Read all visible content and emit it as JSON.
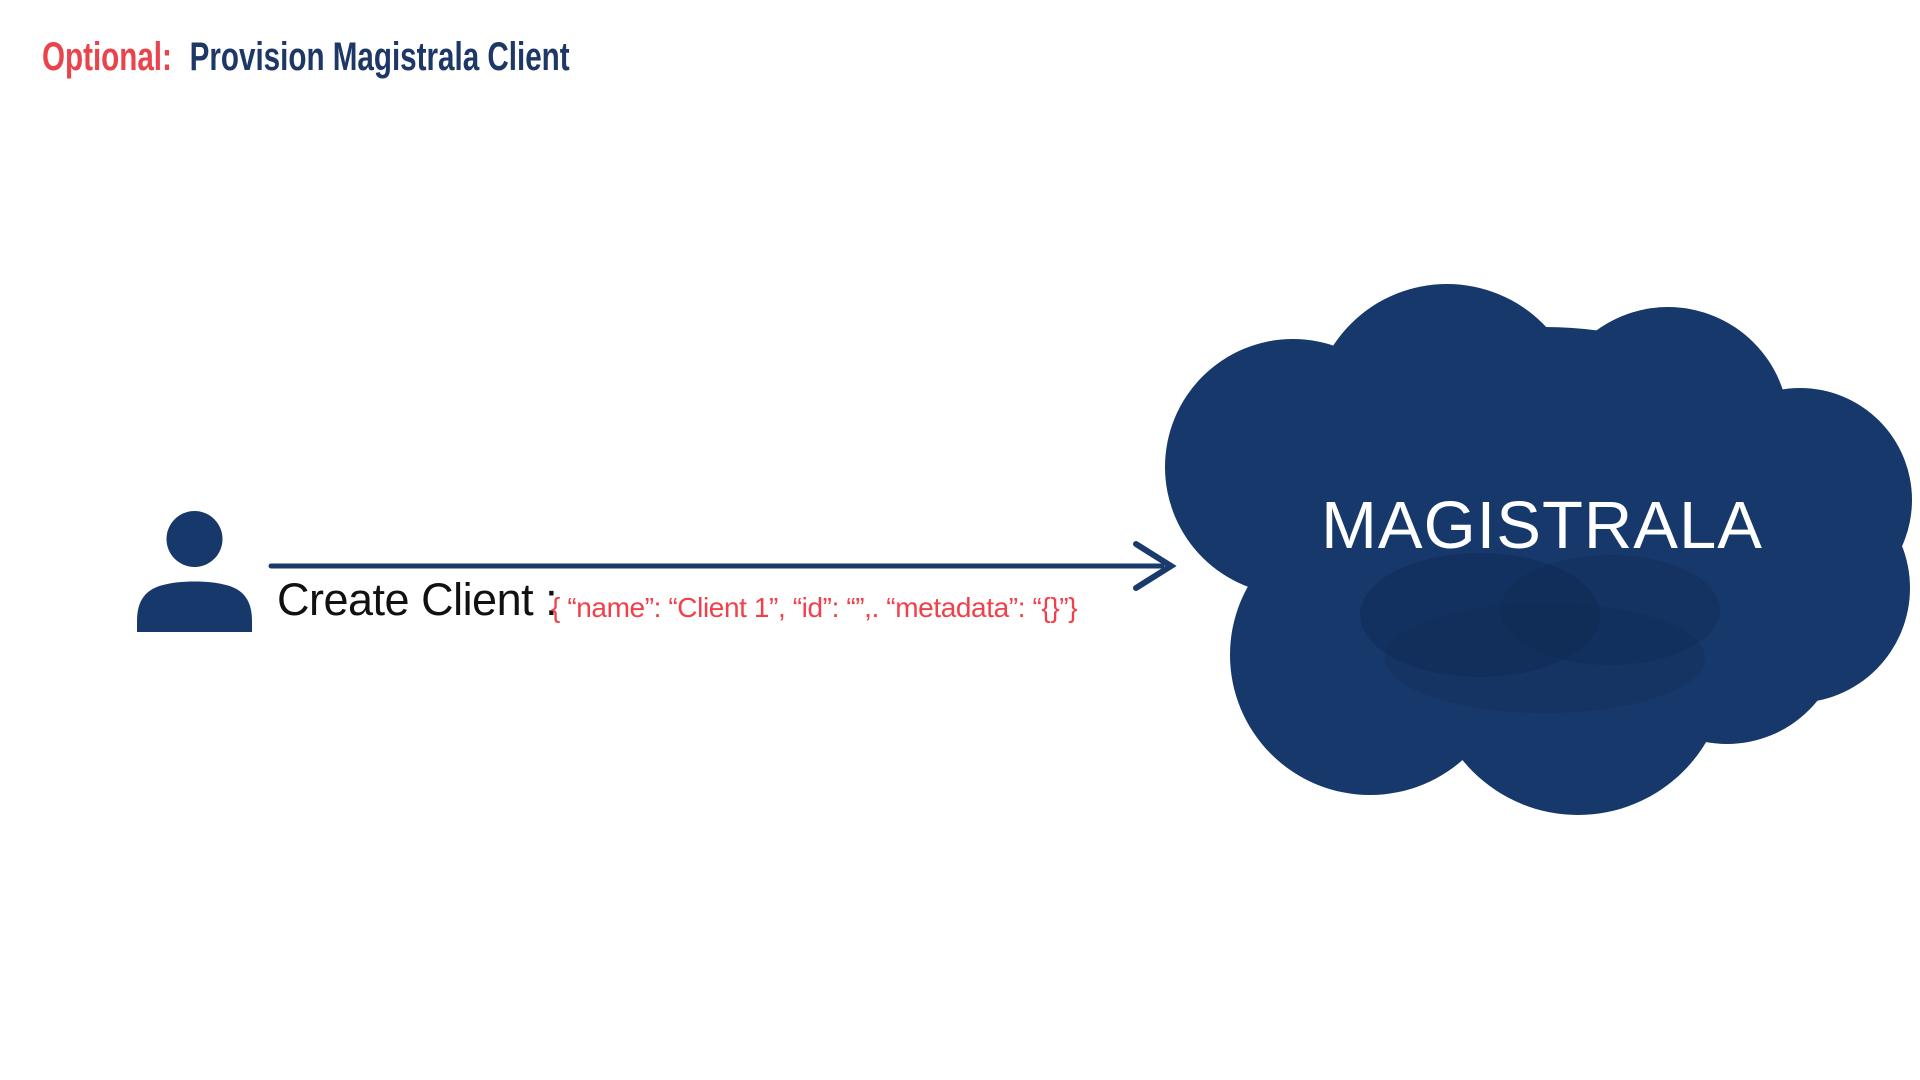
{
  "header": {
    "optional_label": "Optional:",
    "title": "Provision Magistrala Client"
  },
  "flow": {
    "actor_icon": "person-icon",
    "action_label": "Create Client :",
    "payload": "{ “name”: “Client 1”, “id”: “”,. “metadata”: “{}”}",
    "arrow_icon": "arrow-right-icon"
  },
  "cloud": {
    "label": "MAGISTRALA"
  },
  "colors": {
    "navy": "#17386B",
    "title_navy": "#1D3767",
    "optional_red": "#E9434B",
    "payload_red": "#F2404A",
    "action_text": "#111111",
    "cloud_text": "#FFFFFF",
    "background": "#FFFFFF"
  }
}
